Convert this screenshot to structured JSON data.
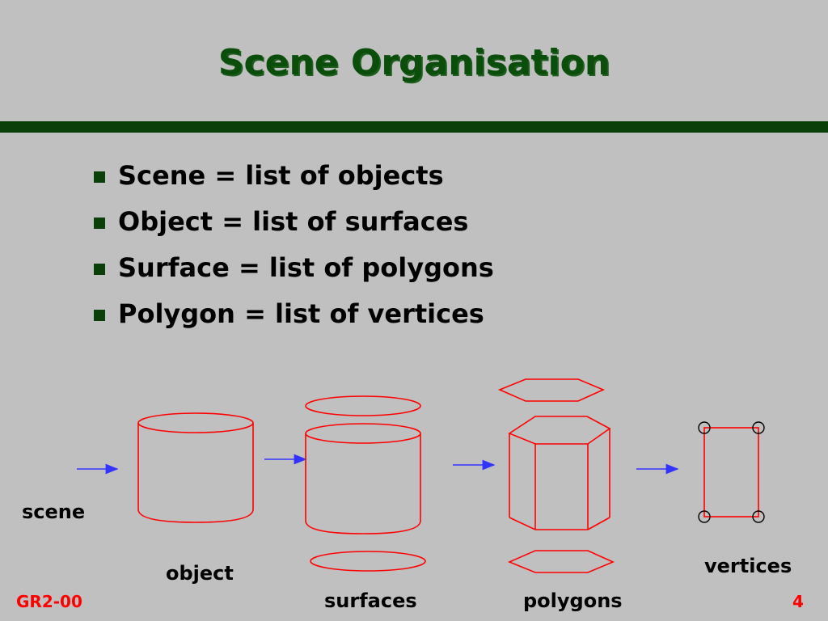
{
  "slide": {
    "title": "Scene Organisation",
    "bullets": [
      "Scene = list of objects",
      "Object = list of surfaces",
      "Surface = list of polygons",
      "Polygon = list of vertices"
    ],
    "diagram_labels": {
      "scene": "scene",
      "object": "object",
      "surfaces": "surfaces",
      "polygons": "polygons",
      "vertices": "vertices"
    },
    "footer": {
      "left": "GR2-00",
      "page_number": "4"
    }
  },
  "colors": {
    "background": "#c0c0c0",
    "title": "#0b4d0b",
    "rule": "#0a3f0a",
    "shape_stroke": "#ff0000",
    "arrow": "#3333ff",
    "footer": "#ff0000"
  },
  "icons": {
    "bullet": "square-bullet-icon",
    "arrows": "arrow-right-icon"
  }
}
